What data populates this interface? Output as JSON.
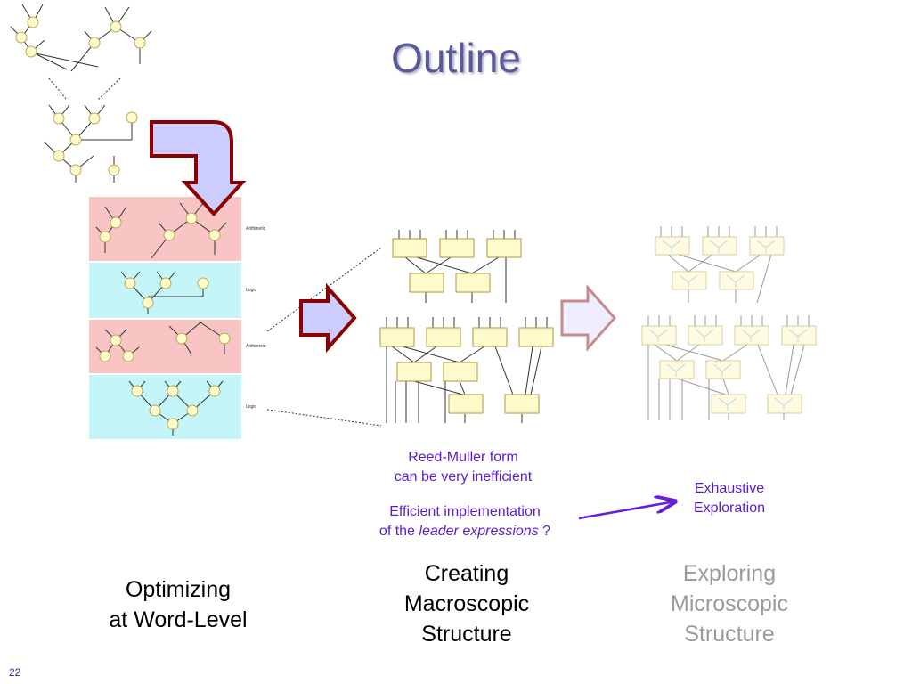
{
  "slide": {
    "title": "Outline",
    "page_number": "22"
  },
  "bands": {
    "band1_label": "Arithmetic",
    "band2_label": "Logic",
    "band3_label": "Arithmetic",
    "band4_label": "Logic"
  },
  "notes": {
    "reed_muller_line1": "Reed-Muller form",
    "reed_muller_line2": "can be very inefficient",
    "efficient_line1": "Efficient implementation",
    "efficient_prefix": "of the",
    "efficient_italic": "leader expressions",
    "efficient_suffix": "?",
    "exhaustive_line1": "Exhaustive",
    "exhaustive_line2": "Exploration"
  },
  "captions": {
    "optimizing_line1": "Optimizing",
    "optimizing_line2": "at Word-Level",
    "creating_line1": "Creating",
    "creating_line2": "Macroscopic",
    "creating_line3": "Structure",
    "exploring_line1": "Exploring",
    "exploring_line2": "Microscopic",
    "exploring_line3": "Structure"
  },
  "colors": {
    "title": "#5a5a9a",
    "annotation": "#5a1bd6",
    "arithmetic_band": "#f9c4c4",
    "logic_band": "#c4f6f9",
    "block_fill": "#fffacc",
    "arrow_fill": "#ccccff",
    "arrow_stroke": "#8b0000"
  }
}
